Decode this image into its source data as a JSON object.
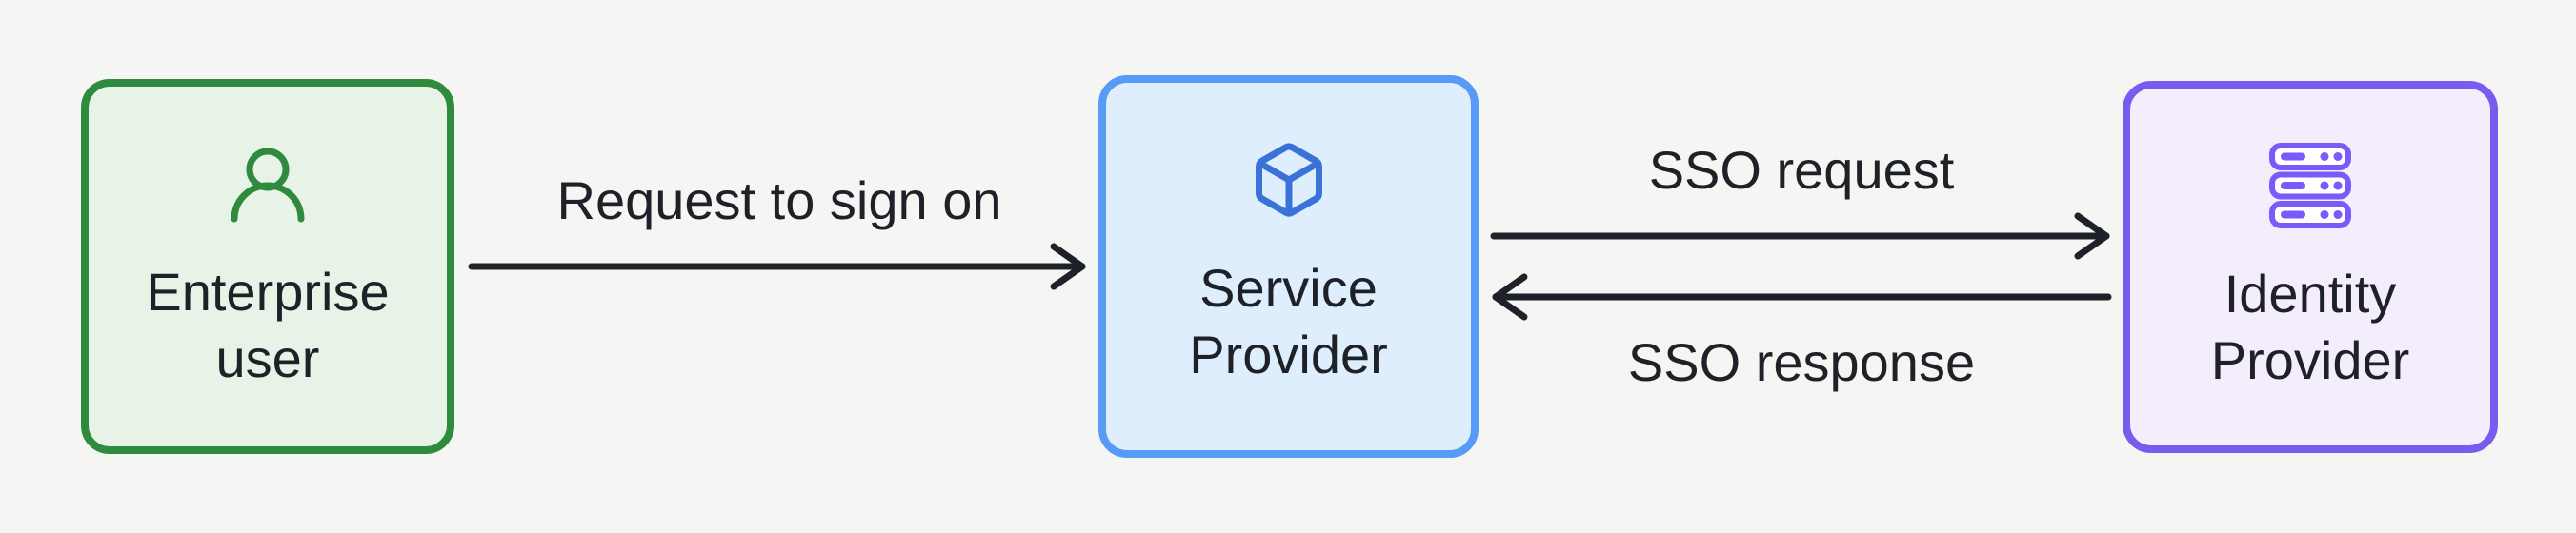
{
  "diagram": {
    "title": "SSO flow diagram",
    "background_color": "#F5F6F4",
    "text_color": "#1E2228",
    "arrow_color": "#1E2228",
    "nodes": [
      {
        "id": "enterprise-user",
        "lines": [
          "Enterprise",
          "user"
        ],
        "icon": "user-icon",
        "fill_color": "#E7F3E7",
        "border_color": "#2E8B3D",
        "icon_color": "#2E8B3D"
      },
      {
        "id": "service-provider",
        "lines": [
          "Service",
          "Provider"
        ],
        "icon": "box-icon",
        "fill_color": "#DFEEFD",
        "border_color": "#579BF7",
        "icon_color": "#3A72D8"
      },
      {
        "id": "identity-provider",
        "lines": [
          "Identity",
          "Provider"
        ],
        "icon": "server-icon",
        "fill_color": "#F4EEFC",
        "border_color": "#7A5BEF",
        "icon_color": "#7A5AF8"
      }
    ],
    "edges": [
      {
        "label": "Request to sign on",
        "from": "enterprise-user",
        "to": "service-provider",
        "direction": "right",
        "label_position": "above"
      },
      {
        "label": "SSO request",
        "from": "service-provider",
        "to": "identity-provider",
        "direction": "right",
        "label_position": "above"
      },
      {
        "label": "SSO response",
        "from": "identity-provider",
        "to": "service-provider",
        "direction": "left",
        "label_position": "below"
      }
    ]
  }
}
